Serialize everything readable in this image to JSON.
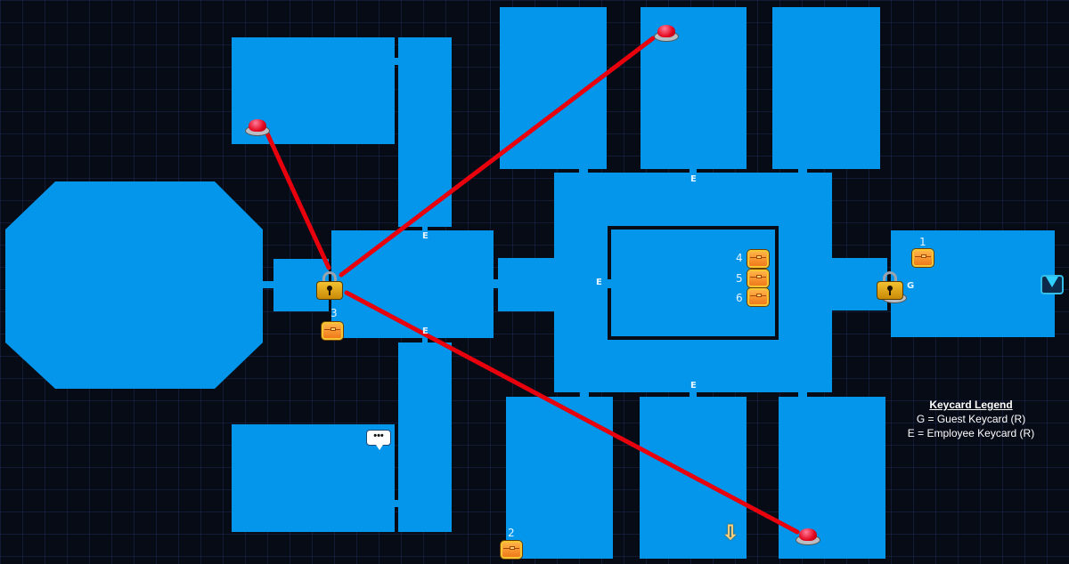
{
  "map": {
    "background_color": "#070b16",
    "room_color": "#0396ea",
    "route_color": "#e8000d",
    "door_labels": {
      "employee": "E",
      "guest": "G"
    },
    "chests": [
      {
        "id": "1",
        "label": "1"
      },
      {
        "id": "2",
        "label": "2"
      },
      {
        "id": "3",
        "label": "3"
      },
      {
        "id": "4",
        "label": "4"
      },
      {
        "id": "5",
        "label": "5"
      },
      {
        "id": "6",
        "label": "6"
      }
    ],
    "icons": {
      "lock": "padlock-icon",
      "button": "red-floor-button-icon",
      "chest": "treasure-chest-icon",
      "speech": "speech-bubble-icon",
      "exit": "exit-down-arrow-icon",
      "entry": "entry-arrow-icon"
    },
    "speech_bubble_text": "•••",
    "entry_arrow_glyph": "⇩"
  },
  "legend": {
    "title": "Keycard Legend",
    "items": [
      "G = Guest Keycard (R)",
      "E = Employee Keycard (R)"
    ]
  }
}
